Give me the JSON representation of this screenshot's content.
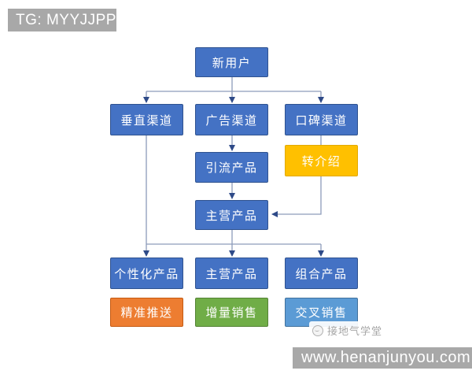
{
  "header": {
    "tag": "TG: MYYJJPP"
  },
  "flowchart": {
    "nodes": [
      {
        "id": "new-user",
        "label": "新用户",
        "color": "blue"
      },
      {
        "id": "vertical-channel",
        "label": "垂直渠道",
        "color": "blue"
      },
      {
        "id": "ad-channel",
        "label": "广告渠道",
        "color": "blue"
      },
      {
        "id": "word-of-mouth-channel",
        "label": "口碑渠道",
        "color": "blue"
      },
      {
        "id": "lead-product",
        "label": "引流产品",
        "color": "blue"
      },
      {
        "id": "referral",
        "label": "转介绍",
        "color": "yellow"
      },
      {
        "id": "main-product",
        "label": "主营产品",
        "color": "blue"
      },
      {
        "id": "personalized-product",
        "label": "个性化产品",
        "color": "blue"
      },
      {
        "id": "main-product-2",
        "label": "主营产品",
        "color": "blue"
      },
      {
        "id": "combo-product",
        "label": "组合产品",
        "color": "blue"
      },
      {
        "id": "precise-push",
        "label": "精准推送",
        "color": "orange"
      },
      {
        "id": "incremental-sales",
        "label": "增量销售",
        "color": "green"
      },
      {
        "id": "cross-sales",
        "label": "交叉销售",
        "color": "lightblue"
      }
    ],
    "edges": [
      {
        "from": "new-user",
        "to": "vertical-channel"
      },
      {
        "from": "new-user",
        "to": "ad-channel"
      },
      {
        "from": "new-user",
        "to": "word-of-mouth-channel"
      },
      {
        "from": "ad-channel",
        "to": "lead-product"
      },
      {
        "from": "word-of-mouth-channel",
        "to": "referral"
      },
      {
        "from": "lead-product",
        "to": "main-product"
      },
      {
        "from": "referral",
        "to": "main-product"
      },
      {
        "from": "vertical-channel",
        "to": "personalized-product"
      },
      {
        "from": "main-product",
        "to": "personalized-product"
      },
      {
        "from": "main-product",
        "to": "main-product-2"
      },
      {
        "from": "main-product",
        "to": "combo-product"
      }
    ]
  },
  "footer": {
    "watermark": "接地气学堂",
    "url": "www.henanjunyou.com"
  },
  "colors": {
    "blue": {
      "fill": "#4472C4",
      "border": "#2F528F"
    },
    "yellow": {
      "fill": "#FFC000",
      "border": "#E2A900"
    },
    "orange": {
      "fill": "#ED7D31",
      "border": "#C55A11"
    },
    "green": {
      "fill": "#70AD47",
      "border": "#548235"
    },
    "lightblue": {
      "fill": "#5B9BD5",
      "border": "#41719C"
    },
    "gray_bar": {
      "fill": "#A8A8A8",
      "border": "#A8A8A8"
    },
    "connector_line": "#8D9CBA",
    "connector_arrow": "#2E4A88"
  }
}
